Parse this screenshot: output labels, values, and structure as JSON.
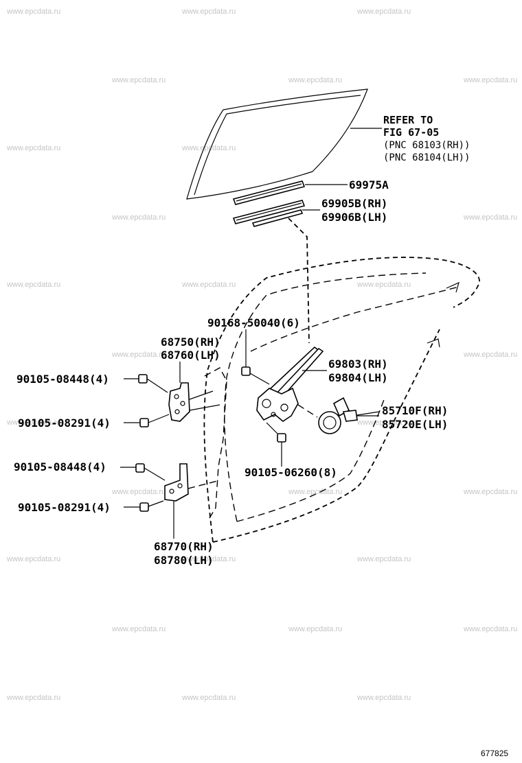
{
  "watermark": "www.epcdata.ru",
  "figure_code": "677825",
  "refer": {
    "line1": "REFER TO",
    "line2": "FIG 67-05",
    "line3": "(PNC 68103(RH))",
    "line4": "(PNC 68104(LH))"
  },
  "callouts": {
    "c69975a": "69975A",
    "c69905b": "69905B(RH)",
    "c69906b": "69906B(LH)",
    "c90168": "90168-50040(6)",
    "c68750": "68750(RH)",
    "c68760": "68760(LH)",
    "c69803": "69803(RH)",
    "c69804": "69804(LH)",
    "c85710f": "85710F(RH)",
    "c85720e": "85720E(LH)",
    "c90105_08448_a": "90105-08448(4)",
    "c90105_08291_a": "90105-08291(4)",
    "c90105_08448_b": "90105-08448(4)",
    "c90105_08291_b": "90105-08291(4)",
    "c90105_06260": "90105-06260(8)",
    "c68770": "68770(RH)",
    "c68780": "68780(LH)"
  }
}
